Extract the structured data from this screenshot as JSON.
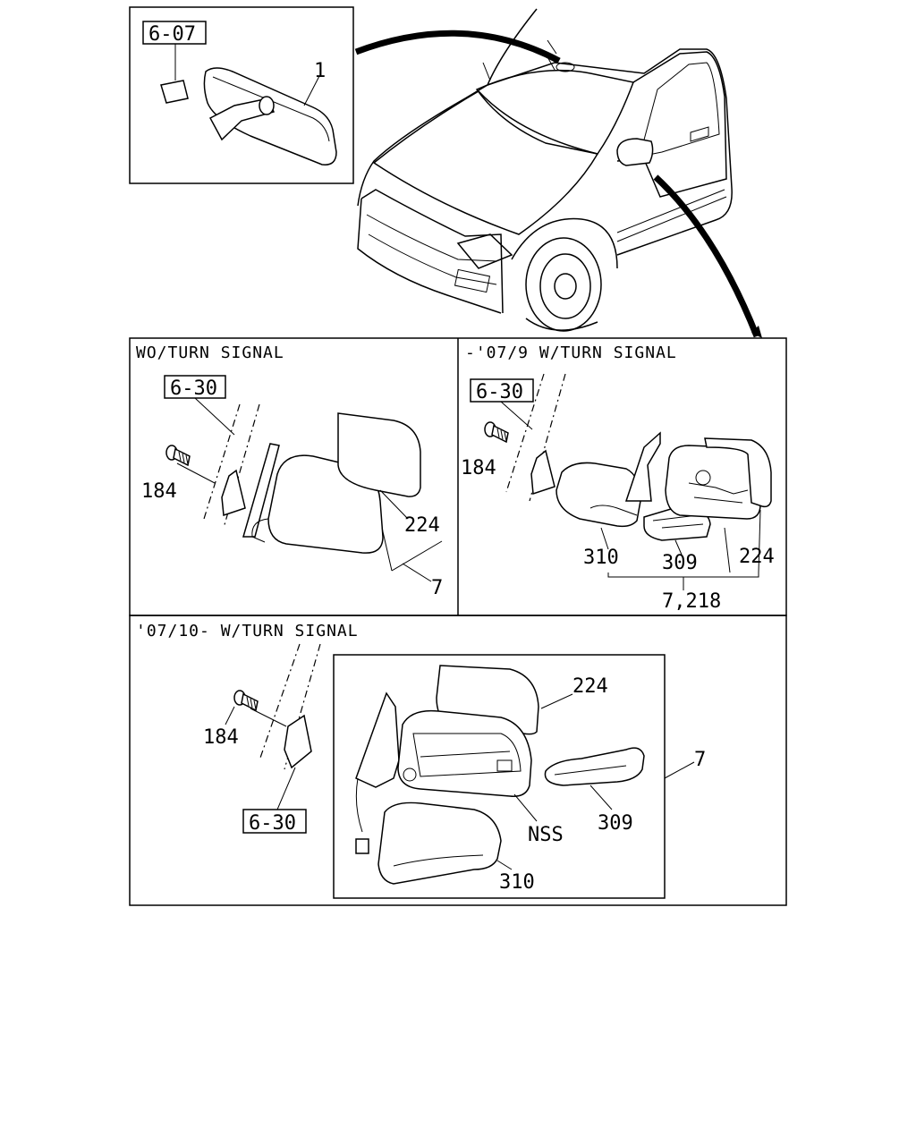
{
  "diagram": {
    "refs": {
      "ref_607": "6-07",
      "ref_630_a": "6-30",
      "ref_630_b": "6-30",
      "ref_630_c": "6-30"
    },
    "panels": {
      "wo_turn_signal": "WO/TURN SIGNAL",
      "w_turn_signal_to_0709": "-'07/9 W/TURN SIGNAL",
      "w_turn_signal_from_0710": "'07/10- W/TURN SIGNAL"
    },
    "labels": {
      "p1": "1",
      "p184_a": "184",
      "p224_a": "224",
      "p7_a": "7",
      "p184_b": "184",
      "p310_b": "310",
      "p309_b": "309",
      "p224_b": "224",
      "p7218": "7,218",
      "p224_c": "224",
      "p7_c": "7",
      "p184_c": "184",
      "nss": "NSS",
      "p309_c": "309",
      "p310_c": "310"
    }
  }
}
